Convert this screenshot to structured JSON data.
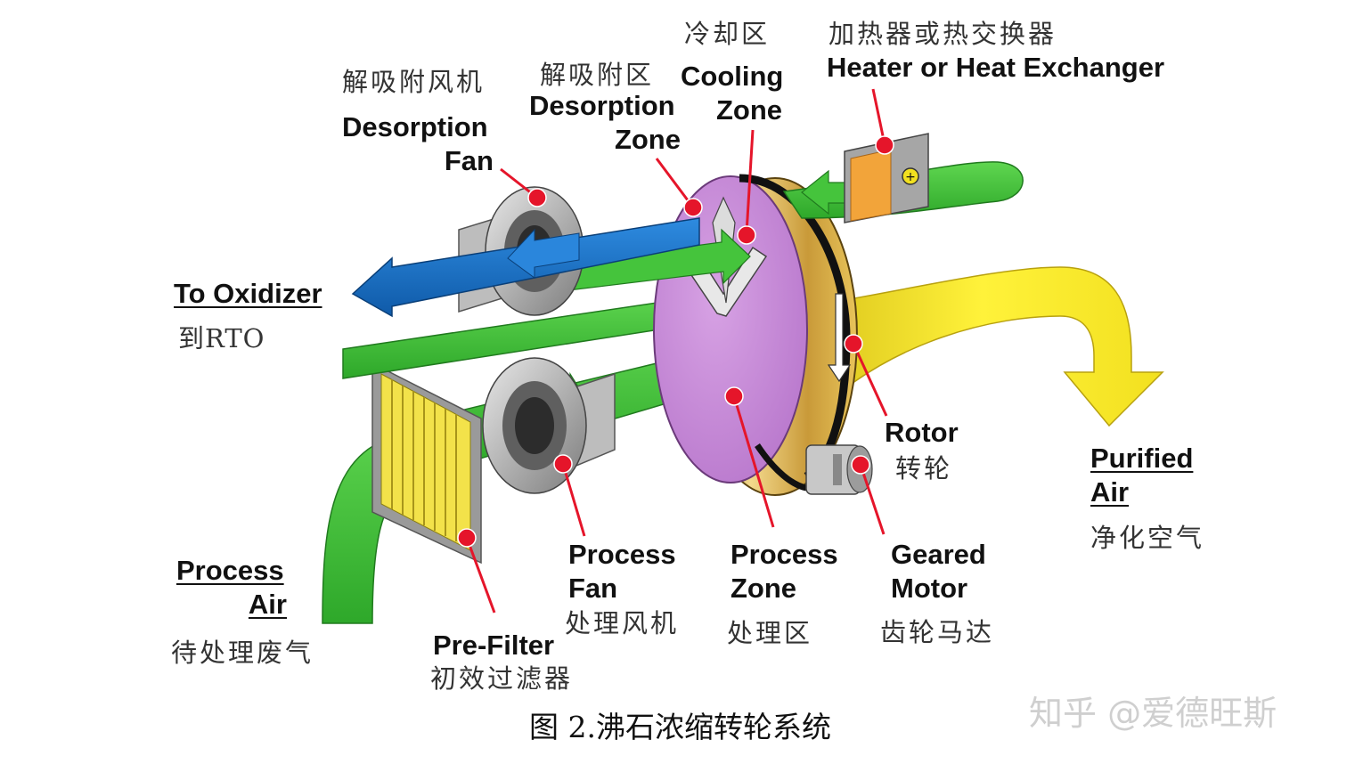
{
  "labels": {
    "desorption_fan": {
      "cn": "解吸附风机",
      "en1": "Desorption",
      "en2": "Fan"
    },
    "desorption_zone": {
      "cn": "解吸附区",
      "en1": "Desorption",
      "en2": "Zone"
    },
    "cooling_zone": {
      "cn": "冷却区",
      "en1": "Cooling",
      "en2": "Zone"
    },
    "heater": {
      "cn": "加热器或热交换器",
      "en": "Heater or Heat Exchanger"
    },
    "to_oxidizer": {
      "en": "To Oxidizer",
      "cn": "到RTO"
    },
    "rotor": {
      "en": "Rotor",
      "cn": "转轮"
    },
    "purified_air": {
      "en1": "Purified",
      "en2": "Air",
      "cn": "净化空气"
    },
    "process_air": {
      "en1": "Process",
      "en2": "Air",
      "cn": "待处理废气"
    },
    "pre_filter": {
      "en": "Pre-Filter",
      "cn": "初效过滤器"
    },
    "process_fan": {
      "en1": "Process",
      "en2": "Fan",
      "cn": "处理风机"
    },
    "process_zone": {
      "en1": "Process",
      "en2": "Zone",
      "cn": "处理区"
    },
    "geared_motor": {
      "en1": "Geared",
      "en2": "Motor",
      "cn": "齿轮马达"
    }
  },
  "caption": "图 2.沸石浓缩转轮系统",
  "watermark": "知乎 @爱德旺斯",
  "colors": {
    "green": "#3fbf3a",
    "blue": "#1670c8",
    "yellow": "#f6ea1a",
    "purple": "#c68ad6",
    "filter": "#f3e24a",
    "heater": "#f2a43a",
    "pointer": "#e5152a"
  }
}
